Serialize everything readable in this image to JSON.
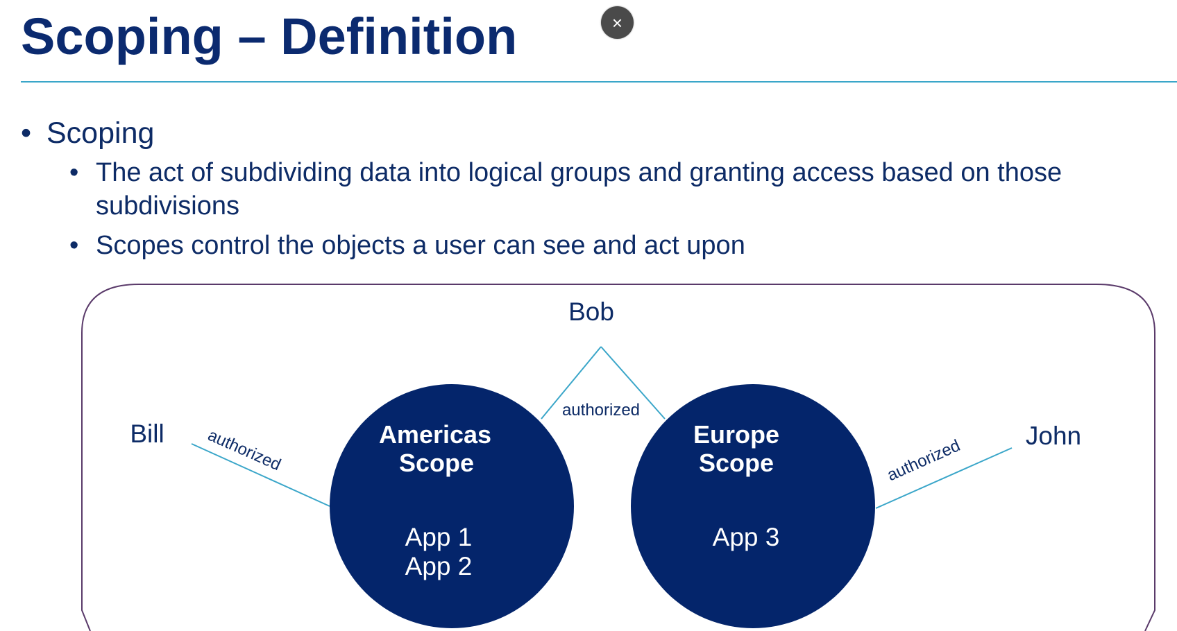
{
  "slide": {
    "title": "Scoping – Definition",
    "close_glyph": "×"
  },
  "bullets": {
    "main": "Scoping",
    "sub1_line1": "The act of subdividing data into logical groups and granting access based on those",
    "sub1_line2": "subdivisions",
    "sub2": "Scopes control the objects a user can see and act upon",
    "bullet_glyph": "•"
  },
  "diagram": {
    "users": {
      "bob": "Bob",
      "bill": "Bill",
      "john": "John"
    },
    "connector_label": "authorized",
    "americas": {
      "title_line1": "Americas",
      "title_line2": "Scope",
      "app_line1": "App 1",
      "app_line2": "App 2"
    },
    "europe": {
      "title_line1": "Europe",
      "title_line2": "Scope",
      "app_line1": "App 3"
    },
    "colors": {
      "circle_fill": "#04256b",
      "connector": "#3aa6c9",
      "frame": "#5a3a6a",
      "text": "#0d2b66"
    }
  },
  "icons": {
    "close": "close-icon"
  }
}
